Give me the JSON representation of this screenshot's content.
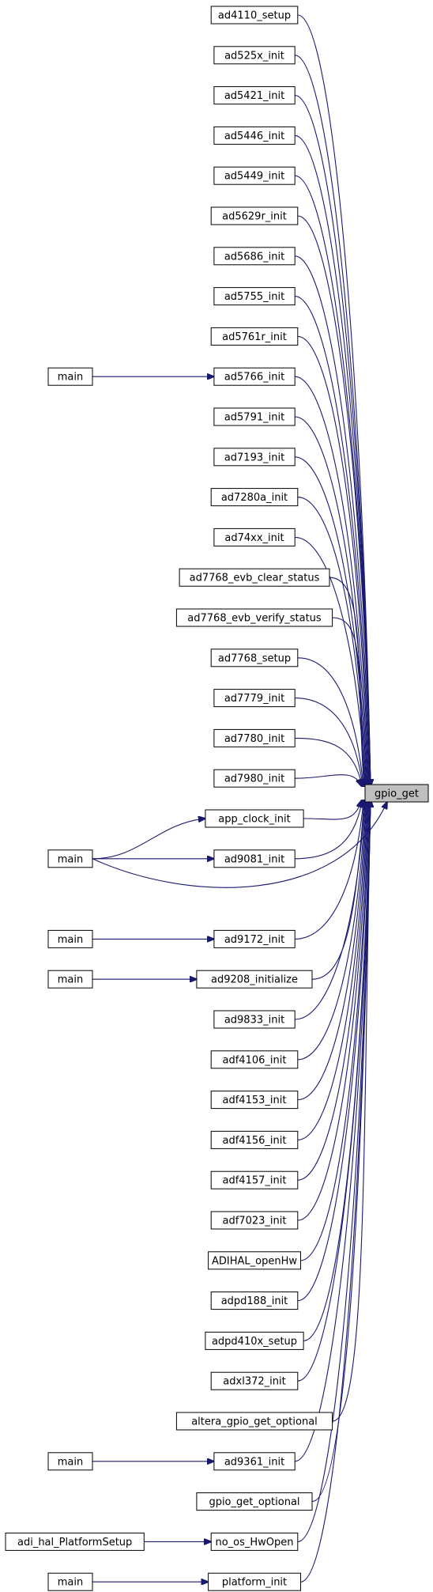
{
  "target": "gpio_get",
  "callers": [
    "ad4110_setup",
    "ad525x_init",
    "ad5421_init",
    "ad5446_init",
    "ad5449_init",
    "ad5629r_init",
    "ad5686_init",
    "ad5755_init",
    "ad5761r_init",
    "ad5766_init",
    "ad5791_init",
    "ad7193_init",
    "ad7280a_init",
    "ad74xx_init",
    "ad7768_evb_clear_status",
    "ad7768_evb_verify_status",
    "ad7768_setup",
    "ad7779_init",
    "ad7780_init",
    "ad7980_init",
    "app_clock_init",
    "ad9081_init",
    "ad9172_init",
    "ad9208_initialize",
    "ad9833_init",
    "adf4106_init",
    "adf4153_init",
    "adf4156_init",
    "adf4157_init",
    "adf7023_init",
    "ADIHAL_openHw",
    "adpd188_init",
    "adpd410x_setup",
    "adxl372_init",
    "altera_gpio_get_optional",
    "ad9361_init",
    "gpio_get_optional",
    "no_os_HwOpen",
    "platform_init"
  ],
  "second_level": [
    {
      "label": "main",
      "calls": [
        "ad5766_init"
      ]
    },
    {
      "label": "main",
      "calls": [
        "app_clock_init",
        "ad9081_init",
        "gpio_get"
      ]
    },
    {
      "label": "main",
      "calls": [
        "ad9172_init"
      ]
    },
    {
      "label": "main",
      "calls": [
        "ad9208_initialize"
      ]
    },
    {
      "label": "main",
      "calls": [
        "ad9361_init"
      ]
    },
    {
      "label": "adi_hal_PlatformSetup",
      "calls": [
        "no_os_HwOpen"
      ]
    },
    {
      "label": "main",
      "calls": [
        "platform_init"
      ]
    }
  ]
}
